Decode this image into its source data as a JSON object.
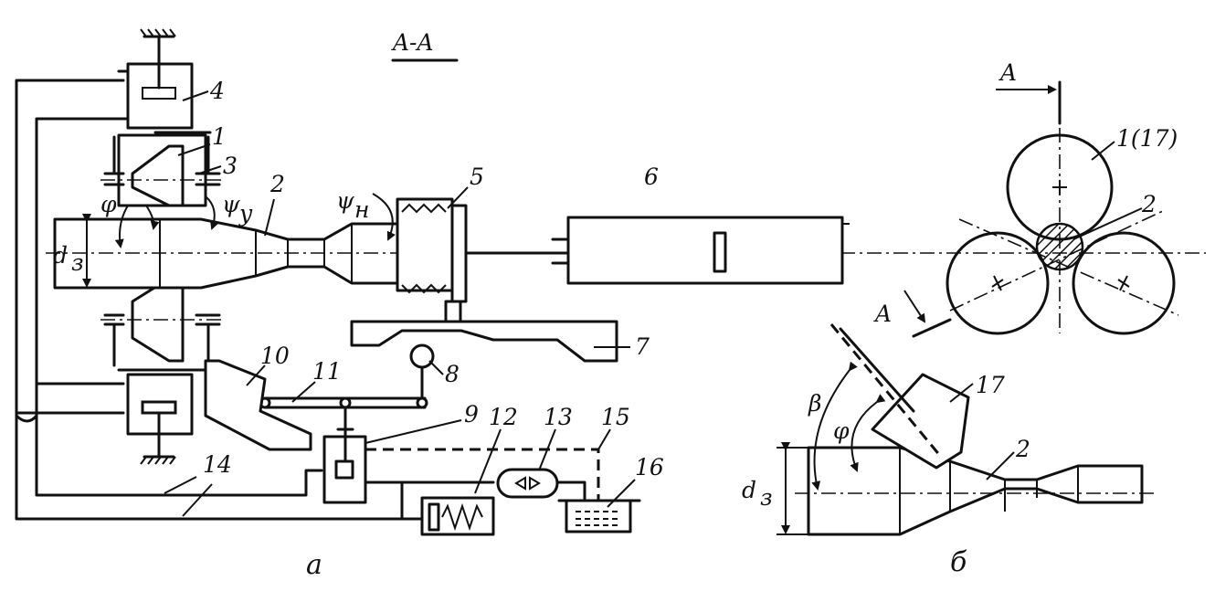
{
  "labels": {
    "section": "A-A",
    "num_1": "1",
    "num_2": "2",
    "num_3": "3",
    "num_4": "4",
    "num_5": "5",
    "num_6": "6",
    "num_7": "7",
    "num_8": "8",
    "num_9": "9",
    "num_10": "10",
    "num_11": "11",
    "num_12": "12",
    "num_13": "13",
    "num_14": "14",
    "num_15": "15",
    "num_16": "16",
    "num_17": "17",
    "roll_1_17": "1(17)",
    "num_2_right": "2",
    "num_2_b": "2",
    "phi": "φ",
    "phi_b": "φ",
    "beta": "β",
    "psi_y": "ψ",
    "psi_y_sub": "y",
    "psi_n": "ψ",
    "psi_n_sub": "н",
    "d3": "d",
    "d3_sub": "з",
    "d3_b": "d",
    "d3_b_sub": "з",
    "cut_A_top": "A",
    "cut_A_bottom": "A",
    "caption_a": "а",
    "caption_b": "б"
  }
}
